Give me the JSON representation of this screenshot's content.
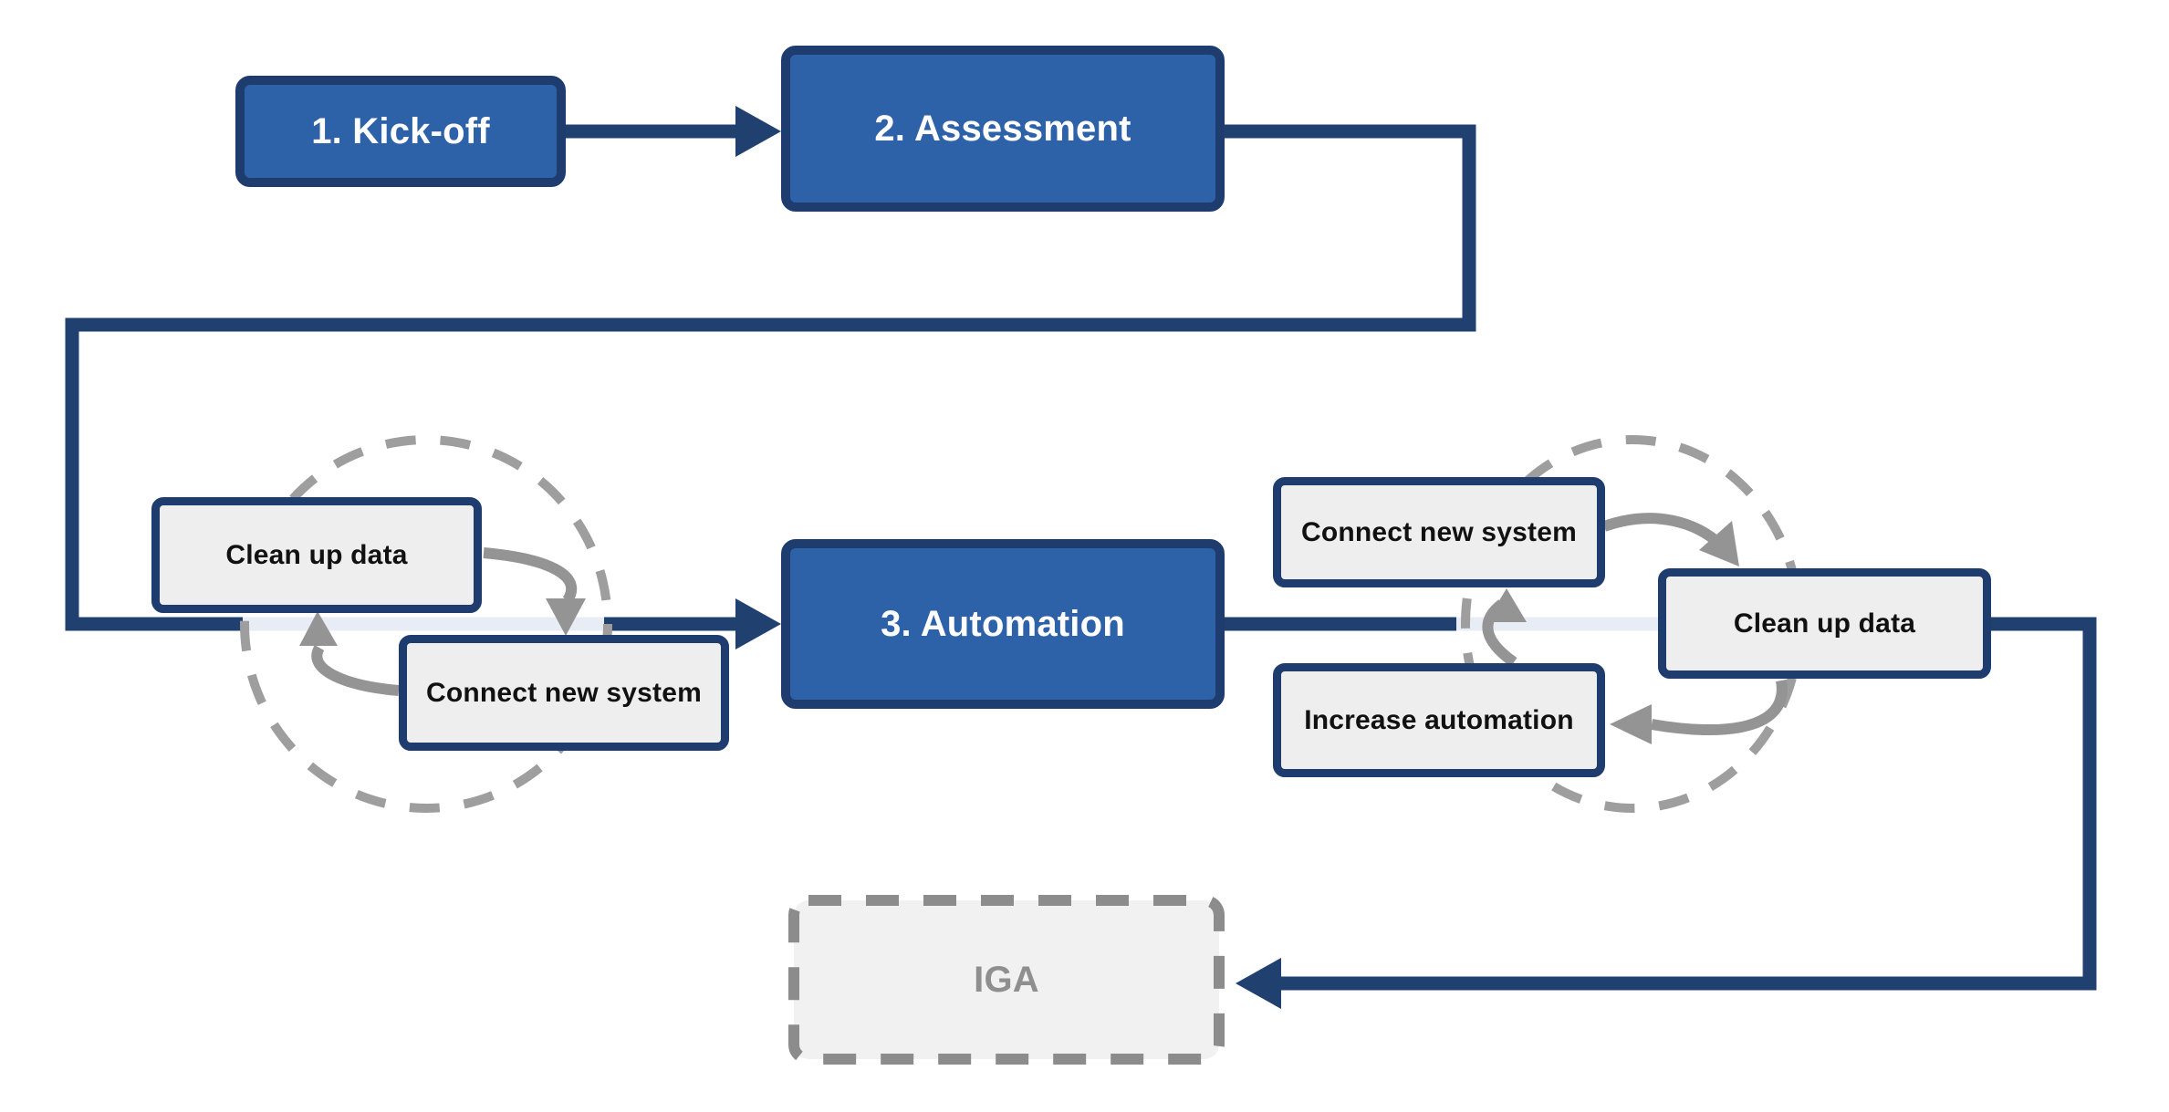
{
  "diagram": {
    "nodes": {
      "kickoff": {
        "label": "1. Kick-off"
      },
      "assessment": {
        "label": "2. Assessment"
      },
      "automation": {
        "label": "3. Automation"
      },
      "iga": {
        "label": "IGA"
      },
      "left_loop": {
        "clean_up": {
          "label": "Clean up data"
        },
        "connect": {
          "label": "Connect new system"
        }
      },
      "right_loop": {
        "connect": {
          "label": "Connect new system"
        },
        "clean_up": {
          "label": "Clean up data"
        },
        "increase": {
          "label": "Increase automation"
        }
      }
    },
    "colors": {
      "primary_box_fill": "#2e62a8",
      "primary_box_border": "#1e3c6e",
      "connector_navy": "#204170",
      "connector_light": "#e8ecf5",
      "minor_box_fill": "#eeeeee",
      "minor_box_border": "#1e3c6e",
      "minor_box_text": "#111111",
      "loop_dash_gray": "#9e9e9e",
      "loop_arrow_gray": "#949494",
      "iga_fill": "#f1f1f1",
      "iga_dash_border": "#8c8c8c",
      "iga_text": "#8f8f8f",
      "primary_text": "#ffffff",
      "background": "#ffffff"
    }
  }
}
